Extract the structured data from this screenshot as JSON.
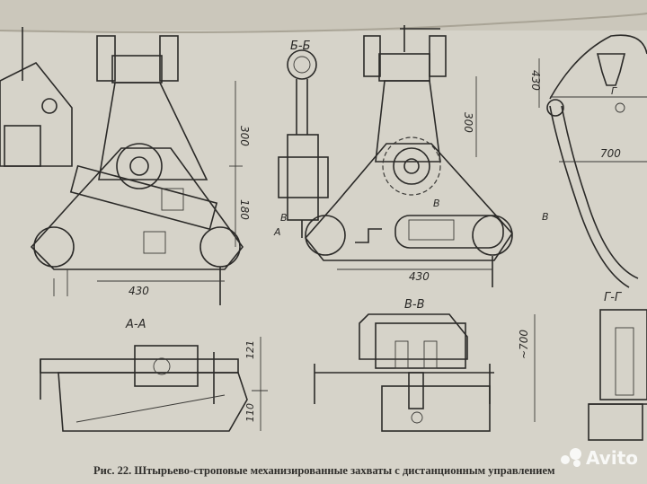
{
  "figure": {
    "caption": "Рис. 22. Штырьево-строповые механизированные захваты с дистанционным управлением",
    "section_labels": {
      "bb": "Б-Б",
      "aa": "А-А",
      "vv": "В-В",
      "gg": "Г-Г"
    },
    "dimensions": {
      "left_height_top": "300",
      "left_height_bottom": "180",
      "left_width": "430",
      "middle_height": "300",
      "middle_width": "430",
      "right_height": "430",
      "right_width": "700",
      "aa_top": "121",
      "aa_bottom": "110",
      "vv_height": "~700"
    },
    "markers": {
      "left_v": "В",
      "left_a": "А",
      "middle_v": "В",
      "middle_v2": "В",
      "right_g": "Г"
    }
  },
  "watermark": {
    "text": "Avito"
  },
  "colors": {
    "paper": "#d6d3c9",
    "ink": "#2b2a28"
  }
}
